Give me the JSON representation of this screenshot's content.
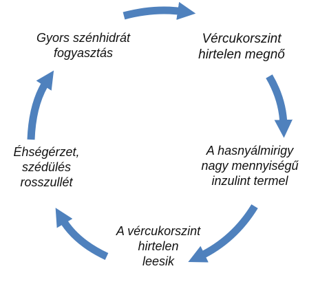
{
  "colors": {
    "arrow": "#4f81bd",
    "text": "#111111",
    "background": "#ffffff"
  },
  "cycle": {
    "nodes": [
      {
        "id": "gyors-szenhidrat",
        "lines": [
          "Gyors szénhidrát",
          "fogyasztás"
        ]
      },
      {
        "id": "vercukorszint-megno",
        "lines": [
          "Vércukorszint",
          "hirtelen megnő"
        ]
      },
      {
        "id": "inzulint-termel",
        "lines": [
          "A hasnyálmirigy",
          "nagy mennyiségű",
          "inzulint termel"
        ]
      },
      {
        "id": "vercukorszint-leesik",
        "lines": [
          "A vércukorszint",
          "hirtelen",
          "leesik"
        ]
      },
      {
        "id": "ehsegerzet",
        "lines": [
          "Éhségérzet,",
          "szédülés",
          "rosszullét"
        ]
      }
    ],
    "arrows": [
      {
        "from": "gyors-szenhidrat",
        "to": "vercukorszint-megno"
      },
      {
        "from": "vercukorszint-megno",
        "to": "inzulint-termel"
      },
      {
        "from": "inzulint-termel",
        "to": "vercukorszint-leesik"
      },
      {
        "from": "vercukorszint-leesik",
        "to": "ehsegerzet"
      },
      {
        "from": "ehsegerzet",
        "to": "gyors-szenhidrat"
      }
    ]
  }
}
